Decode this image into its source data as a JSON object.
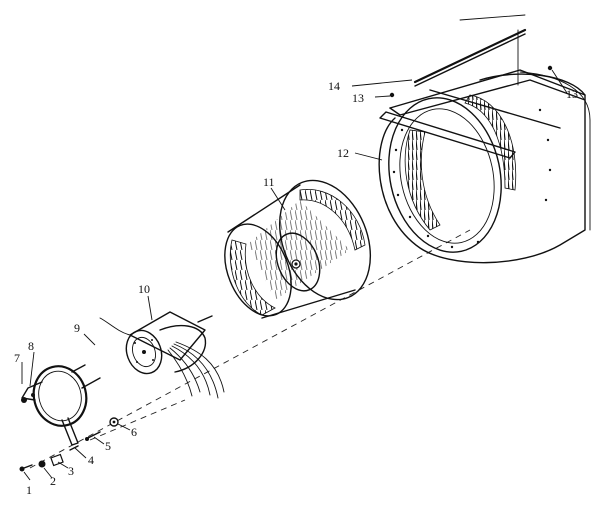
{
  "diagram": {
    "callouts": [
      {
        "id": "c1",
        "text": "1"
      },
      {
        "id": "c2",
        "text": "2"
      },
      {
        "id": "c3",
        "text": "3"
      },
      {
        "id": "c4",
        "text": "4"
      },
      {
        "id": "c5",
        "text": "5"
      },
      {
        "id": "c6",
        "text": "6"
      },
      {
        "id": "c7",
        "text": "7"
      },
      {
        "id": "c8",
        "text": "8"
      },
      {
        "id": "c9",
        "text": "9"
      },
      {
        "id": "c10",
        "text": "10"
      },
      {
        "id": "c11",
        "text": "11"
      },
      {
        "id": "c12",
        "text": "12"
      },
      {
        "id": "c13a",
        "text": "13"
      },
      {
        "id": "c13b",
        "text": "13"
      },
      {
        "id": "c14",
        "text": "14"
      }
    ]
  }
}
